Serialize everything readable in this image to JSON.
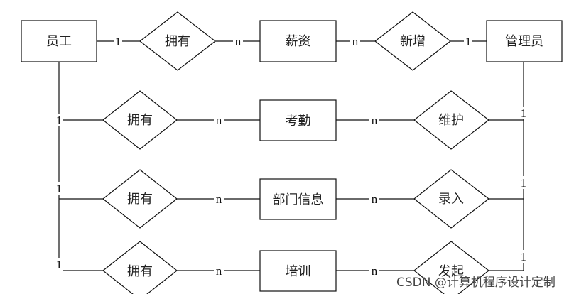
{
  "entities": {
    "employee": "员工",
    "salary": "薪资",
    "admin": "管理员",
    "attendance": "考勤",
    "department": "部门信息",
    "training": "培训"
  },
  "relationships": {
    "r_emp_salary": "拥有",
    "r_admin_salary": "新增",
    "r_emp_attendance": "拥有",
    "r_admin_attendance": "维护",
    "r_emp_department": "拥有",
    "r_admin_department": "录入",
    "r_emp_training": "拥有",
    "r_admin_training": "发起"
  },
  "cardinality": {
    "one": "1",
    "many": "n"
  },
  "watermark": "CSDN @计算机程序设计定制"
}
